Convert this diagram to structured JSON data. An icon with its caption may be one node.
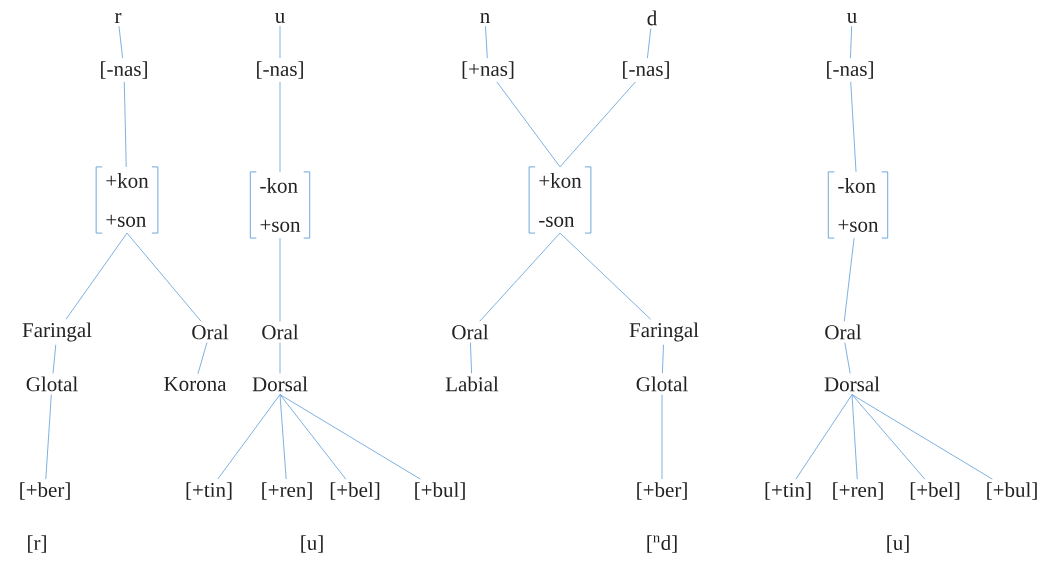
{
  "diagram": {
    "nodes": [
      {
        "text": [
          "r"
        ]
      },
      {
        "text": [
          "[-nas]"
        ]
      },
      {
        "text": [
          "+kon",
          "+son"
        ]
      },
      {
        "text": [
          "Faringal"
        ]
      },
      {
        "text": [
          "Glotal"
        ]
      },
      {
        "text": [
          "[+ber]"
        ]
      },
      {
        "text": [
          "Oral"
        ]
      },
      {
        "text": [
          "Korona"
        ]
      },
      {
        "text": [
          "u"
        ]
      },
      {
        "text": [
          "[-nas]"
        ]
      },
      {
        "text": [
          "-kon",
          "+son"
        ]
      },
      {
        "text": [
          "Oral"
        ]
      },
      {
        "text": [
          "Dorsal"
        ]
      },
      {
        "text": [
          "[+tin]"
        ]
      },
      {
        "text": [
          "[+ren]"
        ]
      },
      {
        "text": [
          "[+bel]"
        ]
      },
      {
        "text": [
          "[+bul]"
        ]
      },
      {
        "text": [
          "n"
        ]
      },
      {
        "text": [
          "[+nas]"
        ]
      },
      {
        "text": [
          "d"
        ]
      },
      {
        "text": [
          "[-nas]"
        ]
      },
      {
        "text": [
          "+kon",
          "-son"
        ]
      },
      {
        "text": [
          "Oral"
        ]
      },
      {
        "text": [
          "Labial"
        ]
      },
      {
        "text": [
          "Faringal"
        ]
      },
      {
        "text": [
          "Glotal"
        ]
      },
      {
        "text": [
          "[+ber]"
        ]
      },
      {
        "text": [
          "u"
        ]
      },
      {
        "text": [
          "[-nas]"
        ]
      },
      {
        "text": [
          "-kon",
          "+son"
        ]
      },
      {
        "text": [
          "Oral"
        ]
      },
      {
        "text": [
          "Dorsal"
        ]
      },
      {
        "text": [
          "[+tin]"
        ]
      },
      {
        "text": [
          "[+ren]"
        ]
      },
      {
        "text": [
          "[+bel]"
        ]
      },
      {
        "text": [
          "[+bul]"
        ]
      }
    ],
    "edges": [
      {
        "from": 0,
        "to": 1,
        "arrow": "none"
      },
      {
        "from": 1,
        "to": 2,
        "arrow": "none"
      },
      {
        "from": 2,
        "to": 3,
        "arrow": "none"
      },
      {
        "from": 2,
        "to": 6,
        "arrow": "none"
      },
      {
        "from": 3,
        "to": 4,
        "arrow": "none"
      },
      {
        "from": 4,
        "to": 5,
        "arrow": "none"
      },
      {
        "from": 6,
        "to": 7,
        "arrow": "none"
      },
      {
        "from": 8,
        "to": 9,
        "arrow": "none"
      },
      {
        "from": 9,
        "to": 10,
        "arrow": "none"
      },
      {
        "from": 10,
        "to": 11,
        "arrow": "none"
      },
      {
        "from": 11,
        "to": 12,
        "arrow": "none"
      },
      {
        "from": 12,
        "to": 13,
        "arrow": "none"
      },
      {
        "from": 12,
        "to": 14,
        "arrow": "none"
      },
      {
        "from": 12,
        "to": 15,
        "arrow": "none"
      },
      {
        "from": 12,
        "to": 16,
        "arrow": "none"
      },
      {
        "from": 17,
        "to": 18,
        "arrow": "none"
      },
      {
        "from": 19,
        "to": 20,
        "arrow": "none"
      },
      {
        "from": 18,
        "to": 21,
        "arrow": "none"
      },
      {
        "from": 20,
        "to": 21,
        "arrow": "none"
      },
      {
        "from": 21,
        "to": 22,
        "arrow": "none"
      },
      {
        "from": 21,
        "to": 24,
        "arrow": "none"
      },
      {
        "from": 22,
        "to": 23,
        "arrow": "none"
      },
      {
        "from": 24,
        "to": 25,
        "arrow": "none"
      },
      {
        "from": 25,
        "to": 26,
        "arrow": "none"
      },
      {
        "from": 27,
        "to": 28,
        "arrow": "none"
      },
      {
        "from": 28,
        "to": 29,
        "arrow": "none"
      },
      {
        "from": 29,
        "to": 30,
        "arrow": "none"
      },
      {
        "from": 30,
        "to": 31,
        "arrow": "none"
      },
      {
        "from": 31,
        "to": 32,
        "arrow": "none"
      },
      {
        "from": 31,
        "to": 33,
        "arrow": "none"
      },
      {
        "from": 31,
        "to": 34,
        "arrow": "none"
      },
      {
        "from": 31,
        "to": 35,
        "arrow": "none"
      }
    ],
    "labels": [
      "[r]",
      "[u]",
      "[$^{n}$d]",
      "[u]"
    ]
  }
}
